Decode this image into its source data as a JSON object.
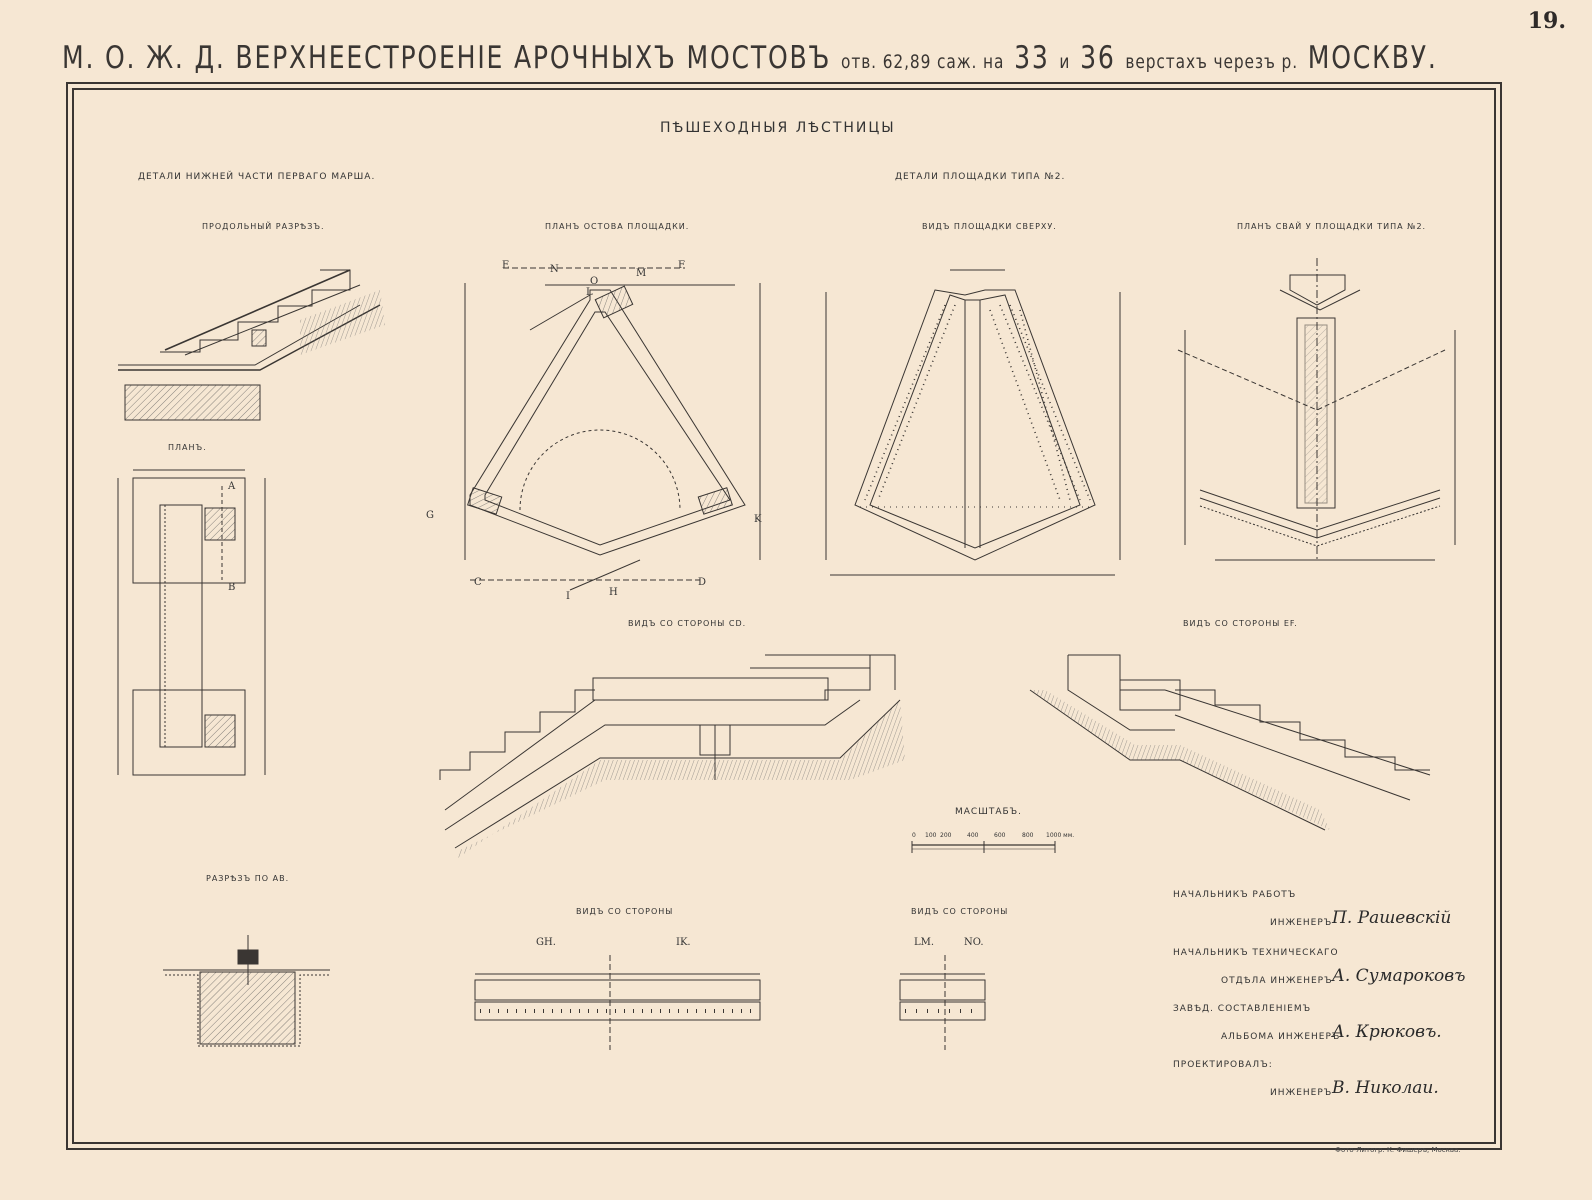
{
  "header": {
    "title_main": "М. О. Ж. Д. ВЕРХНЕЕСТРОЕНІЕ АРОЧНЫХЪ МОСТОВЪ",
    "title_small_1": "отв. 62,89 саж. на",
    "title_num_1": "33",
    "title_small_2": "и",
    "title_num_2": "36",
    "title_small_3": "верстахъ черезъ р.",
    "title_river": "МОСКВУ.",
    "sheet_number": "19."
  },
  "sheet_title": "ПѢШЕХОДНЫЯ ЛѢСТНИЦЫ",
  "sections": {
    "lower_march": "ДЕТАЛИ НИЖНЕЙ ЧАСТИ ПЕРВАГО МАРША.",
    "platform_type2": "ДЕТАЛИ ПЛОЩАДКИ ТИПА №2.",
    "longitudinal_section": "ПРОДОЛЬНЫЙ РАЗРѢЗЪ.",
    "plan": "ПЛАНЪ.",
    "frame_plan": "ПЛАНЪ ОСТОВА ПЛОЩАДКИ.",
    "top_view": "ВИДЪ ПЛОЩАДКИ СВЕРХУ.",
    "piles_plan": "ПЛАНЪ СВАЙ У ПЛОЩАДКИ ТИПА №2.",
    "view_cd": "ВИДЪ СО СТОРОНЫ CD.",
    "view_ef": "ВИДЪ СО СТОРОНЫ EF.",
    "scale": "МАСШТАБЪ.",
    "section_ab": "РАЗРѢЗЪ ПО АВ.",
    "view_side_1": "ВИДЪ СО СТОРОНЫ",
    "view_side_2": "ВИДЪ СО СТОРОНЫ"
  },
  "point_letters": {
    "E": "E",
    "N": "N",
    "O": "O",
    "L": "L",
    "M": "M",
    "F": "F",
    "G": "G",
    "K": "K",
    "C": "C",
    "D": "D",
    "I": "I",
    "H": "H",
    "A": "A",
    "B": "B"
  },
  "sub_views": {
    "gh": "GH.",
    "ik": "IK.",
    "lm": "LM.",
    "no": "NO."
  },
  "scale_ticks": [
    "0",
    "100",
    "200",
    "400",
    "600",
    "800",
    "1000 мм."
  ],
  "signatures": [
    {
      "role": "НАЧАЛЬНИКЪ РАБОТЪ",
      "title": "ИНЖЕНЕРЪ",
      "name": "П. Рашевскій"
    },
    {
      "role": "НАЧАЛЬНИКЪ ТЕХНИЧЕСКАГО",
      "title": "ОТДѢЛА ИНЖЕНЕРЪ",
      "name": "А. Сумароковъ"
    },
    {
      "role": "ЗАВѢД. СОСТАВЛЕНІЕМЪ",
      "title": "АЛЬБОМА ИНЖЕНЕРЪ",
      "name": "А. Крюковъ."
    },
    {
      "role": "ПРОЕКТИРОВАЛЪ:",
      "title": "ИНЖЕНЕРЪ",
      "name": "В. Николаи."
    }
  ],
  "imprint": "Фото-Литогр. К. Фишеръ, Москва."
}
